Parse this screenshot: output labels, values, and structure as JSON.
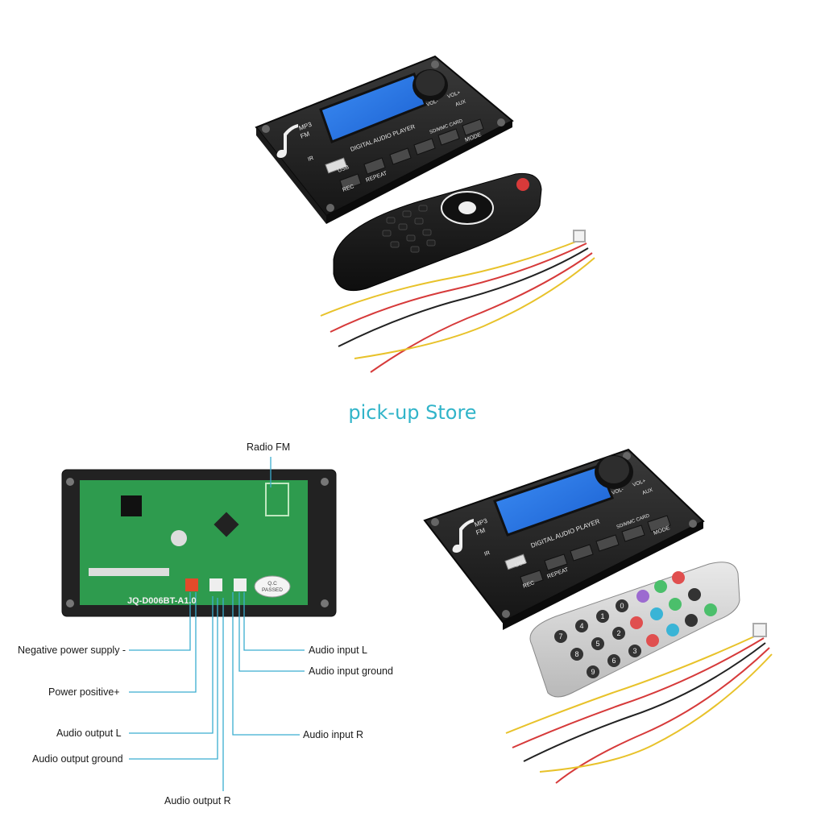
{
  "store_watermark": "pick-up Store",
  "panel": {
    "brand_line1": "MP3",
    "brand_line2": "FM",
    "title": "DIGITAL AUDIO PLAYER",
    "ir": "IR",
    "usb": "USB",
    "card": "SD/MMC CARD",
    "vol_minus": "VOL-",
    "vol_plus": "VOL+",
    "aux": "AUX",
    "buttons": [
      "REC",
      "REPEAT",
      "MODE"
    ]
  },
  "board": {
    "model": "JQ-D006BT-A1.0",
    "qc_line1": "Q.C",
    "qc_line2": "PASSED"
  },
  "callouts": {
    "radio_fm": "Radio FM",
    "negative_power": "Negative power supply -",
    "power_positive": "Power positive+",
    "audio_output_l": "Audio output L",
    "audio_output_ground": "Audio output ground",
    "audio_output_r": "Audio output R",
    "audio_input_l": "Audio input L",
    "audio_input_ground": "Audio input ground",
    "audio_input_r": "Audio input R"
  },
  "remote_keys": [
    "0",
    "1",
    "2",
    "3",
    "4",
    "5",
    "6",
    "7",
    "8",
    "9"
  ],
  "colors": {
    "store": "#31b4c9",
    "lcd": "#1f6fe0",
    "pcb": "#2e9b4e",
    "callout_line": "#3aaed0"
  }
}
